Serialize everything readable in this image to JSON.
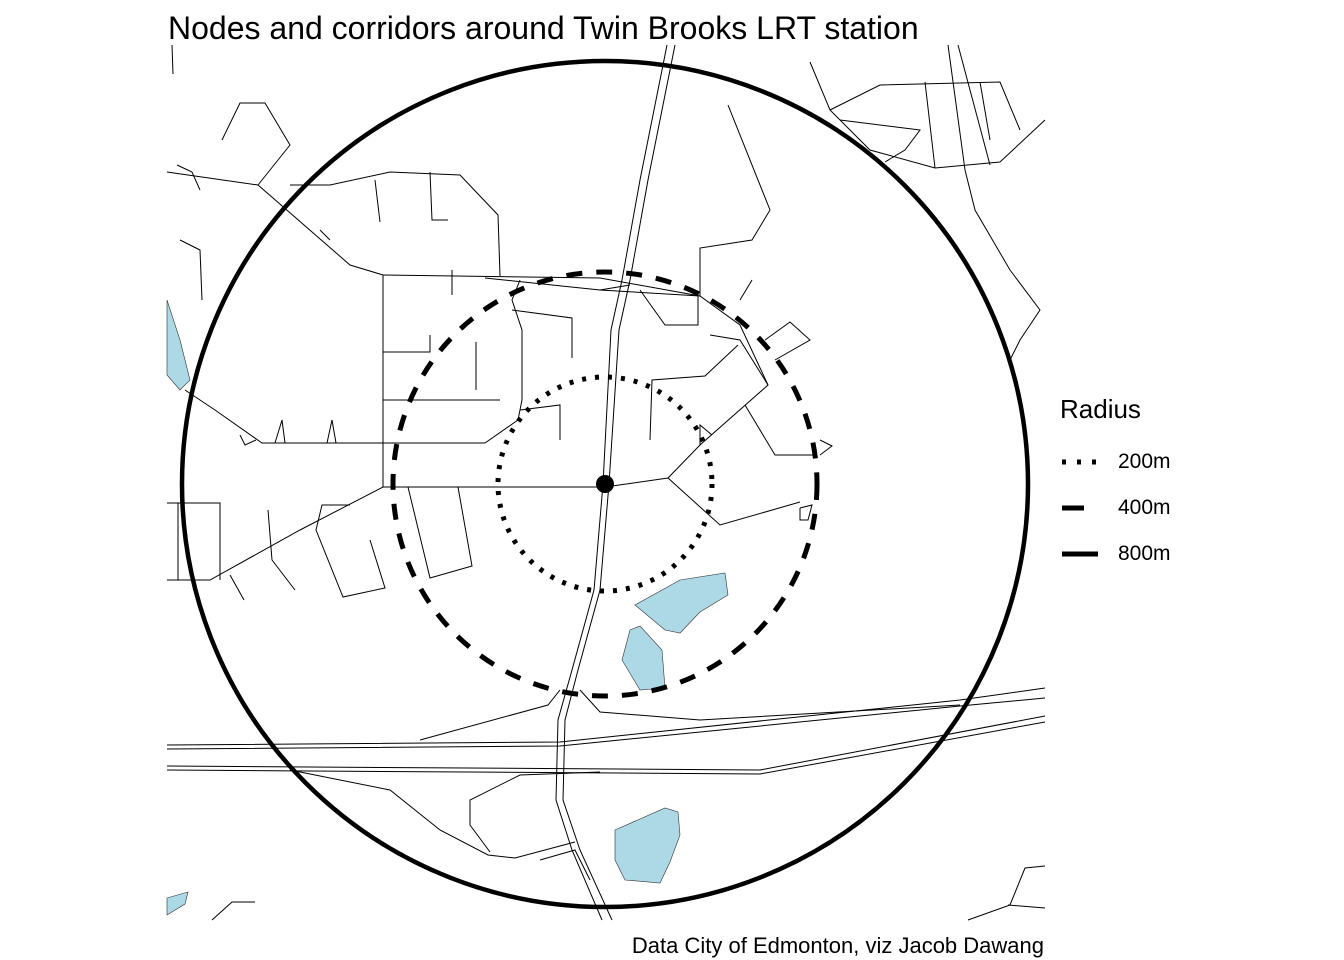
{
  "title": "Nodes and corridors around Twin Brooks LRT station",
  "caption": "Data City of Edmonton, viz Jacob Dawang",
  "legend": {
    "title": "Radius",
    "items": [
      {
        "label": "200m",
        "style": "dotted"
      },
      {
        "label": "400m",
        "style": "dashed"
      },
      {
        "label": "800m",
        "style": "solid"
      }
    ]
  },
  "station": {
    "name": "Twin Brooks LRT station",
    "icon": "station-node-icon"
  },
  "colors": {
    "water": "#add8e6",
    "lines": "#000000",
    "background": "#ffffff"
  }
}
